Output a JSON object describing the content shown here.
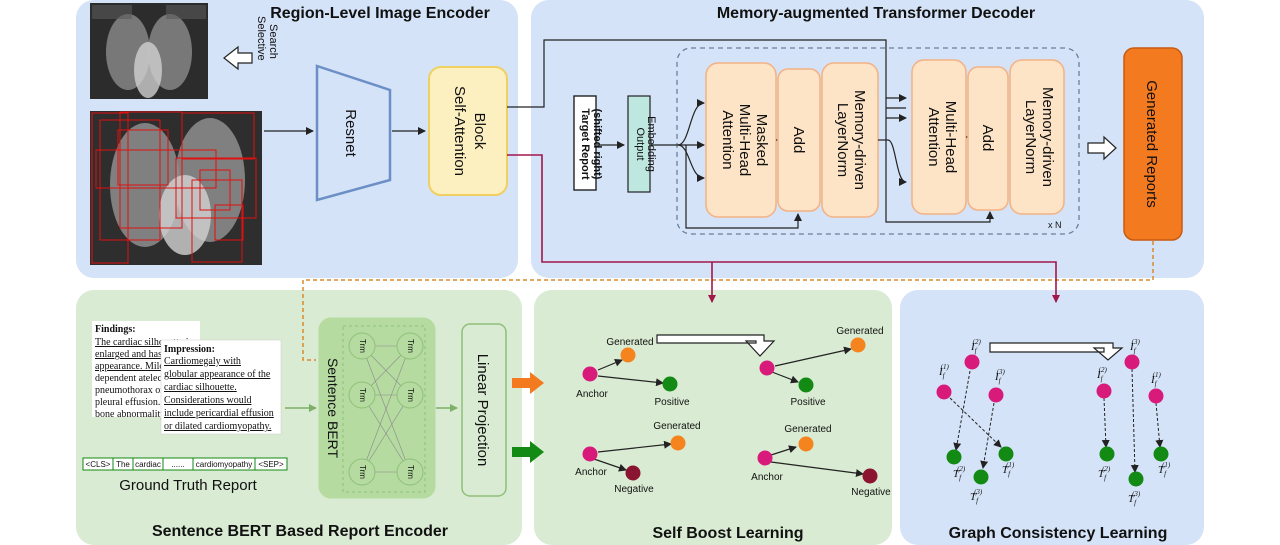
{
  "panels": {
    "encoder": "Region-Level Image Encoder",
    "decoder": "Memory-augmented Transformer Decoder",
    "sbert": "Sentence BERT Based Report Encoder",
    "selfboost": "Self Boost Learning",
    "graph": "Graph Consistency Learning"
  },
  "encoder": {
    "selective": "Selective",
    "search": "Search",
    "resnet": "Resnet",
    "self_attention_1": "Self-Attention",
    "self_attention_2": "Block"
  },
  "decoder": {
    "target_1": "Target Report",
    "target_2": "(shifted right)",
    "output_1": "Output",
    "output_2": "Embedding",
    "masked": [
      "Masked",
      "Multi-Head",
      "Attention"
    ],
    "add": "Add",
    "memnorm": [
      "Memory-driven",
      "LayerNorm"
    ],
    "mha": [
      "Multi-Head",
      "Attention"
    ],
    "xn": "x N",
    "generated": "Generated Reports"
  },
  "report": {
    "findings_title": "Findings:",
    "findings_lines": [
      "The cardiac silhouette is",
      "enlarged and has a",
      "appearance. Mild",
      "dependent atelect",
      "pneumothorax or",
      "pleural effusion. N",
      "bone abnormality."
    ],
    "impression_title": "Impression:",
    "impression_lines": [
      "Cardiomegaly with",
      "globular appearance of the",
      "cardiac silhouette.",
      "Considerations would",
      "include pericardial effusion",
      "or dilated cardiomyopathy."
    ],
    "tokens": [
      "<CLS>",
      "The",
      "cardiac",
      "......",
      "cardiomyopathy",
      "<SEP>"
    ],
    "ground_truth": "Ground Truth Report",
    "sentence_bert": "Sentence BERT",
    "trm": "Trm",
    "linear": "Linear Projection"
  },
  "selfboost": {
    "generated": "Generated",
    "anchor": "Anchor",
    "positive": "Positive",
    "negative": "Negative"
  },
  "graph": {
    "I": "I",
    "T": "T",
    "sub": "f",
    "sup1": "(1)",
    "sup2": "(2)",
    "sup3": "(3)"
  },
  "colors": {
    "blue_panel": "#d4e3f7",
    "green_panel": "#d9ebd2",
    "orange_block": "#fde4c7",
    "orange_generated": "#f47a1f",
    "teal": "#bde7df",
    "pink": "#d81b7b",
    "green_node": "#138a13",
    "orange_node": "#f5841f",
    "dark_red_node": "#8b1530",
    "crimson_arrow": "#a1174a",
    "resnet_blue": "#6b8fc6"
  }
}
